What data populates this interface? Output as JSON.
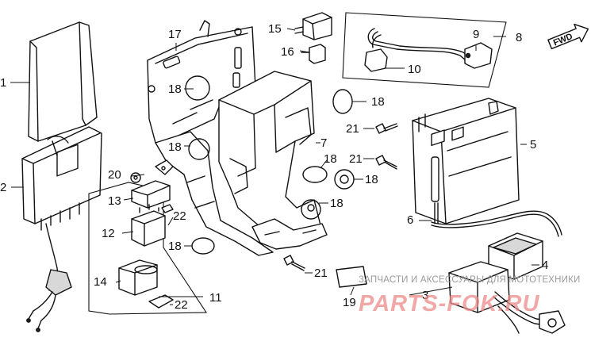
{
  "diagram": {
    "part_labels": {
      "p1": "1",
      "p2": "2",
      "p3": "3",
      "p4": "4",
      "p5": "5",
      "p6": "6",
      "p7": "7",
      "p8": "8",
      "p9": "9",
      "p10": "10",
      "p11": "11",
      "p12": "12",
      "p13": "13",
      "p14": "14",
      "p15": "15",
      "p16": "16",
      "p17": "17",
      "p18a": "18",
      "p18b": "18",
      "p18c": "18",
      "p18d": "18",
      "p18e": "18",
      "p18f": "18",
      "p19": "19",
      "p20": "20",
      "p21a": "21",
      "p21b": "21",
      "p21c": "21",
      "p22a": "22",
      "p22b": "22"
    },
    "direction_marker": "FWD",
    "watermark": {
      "line1": "ЗАПЧАСТИ И АКСЕССУАРЫ ДЛЯ МОТОТЕХНИКИ",
      "line2": "PARTS-FOK.RU"
    }
  }
}
